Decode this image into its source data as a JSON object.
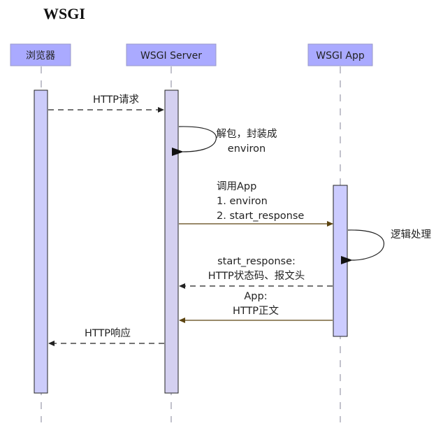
{
  "title": "WSGI",
  "colors": {
    "participant_fill": "#aaaaff",
    "participant_stroke": "#9a9ac8",
    "activation_fill_browser": "#ccccfa",
    "activation_fill_server": "#d4d0f0",
    "activation_fill_app": "#ccccff",
    "lifeline": "#a0a0b0",
    "dashed_arrow": "#222222",
    "solid_arrow": "#5c4410"
  },
  "participants": [
    {
      "id": "browser",
      "label": "浏览器"
    },
    {
      "id": "server",
      "label": "WSGI Server"
    },
    {
      "id": "app",
      "label": "WSGI App"
    }
  ],
  "messages": [
    {
      "from": "browser",
      "to": "server",
      "style": "dashed",
      "lines": [
        "HTTP请求"
      ]
    },
    {
      "from": "server",
      "to": "server",
      "style": "self",
      "lines": [
        "解包，封装成",
        "environ"
      ]
    },
    {
      "from": "server",
      "to": "app",
      "style": "solid",
      "lines": [
        "调用App",
        "1. environ",
        "2. start_response"
      ]
    },
    {
      "from": "app",
      "to": "app",
      "style": "self",
      "lines": [
        "逻辑处理"
      ]
    },
    {
      "from": "app",
      "to": "server",
      "style": "dashed",
      "lines": [
        "start_response:",
        "HTTP状态码、报文头"
      ]
    },
    {
      "from": "app",
      "to": "server",
      "style": "solid",
      "lines": [
        "App:",
        "HTTP正文"
      ]
    },
    {
      "from": "server",
      "to": "browser",
      "style": "dashed",
      "lines": [
        "HTTP响应"
      ]
    }
  ]
}
